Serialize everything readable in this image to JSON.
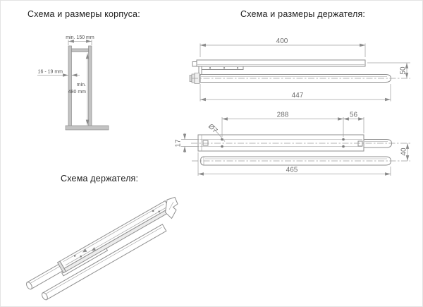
{
  "page": {
    "background": "#ffffff",
    "border_color": "#e3e3e3"
  },
  "colors": {
    "outline": "#8f8f8f",
    "dimension_line": "#a0a0a0",
    "dimension_text": "#6f6f6f",
    "title_text": "#1d1d1d",
    "metal_fill": "#c3c3c3"
  },
  "sections": {
    "body": {
      "title": "Схема и размеры корпуса:",
      "dim_width": "min. 150 mm",
      "dim_thickness": "16 - 19 mm",
      "dim_height_line1": "min.",
      "dim_height_line2": "480 mm"
    },
    "holder": {
      "title": "Схема и размеры держателя:",
      "dim_rail_length": "400",
      "dim_drop": "50",
      "dim_rod_length_side": "447",
      "dim_hole_spacing": "288",
      "dim_hole_to_end": "56",
      "dim_hole_diameter": "Ø7",
      "dim_slot_width": "17",
      "dim_rod_gap": "40",
      "dim_total_length": "465"
    },
    "scheme": {
      "title": "Схема держателя:"
    }
  }
}
